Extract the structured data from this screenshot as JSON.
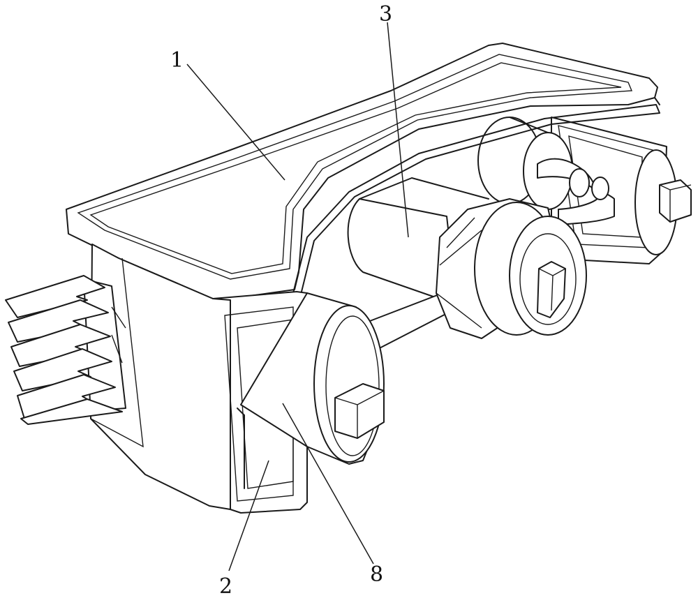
{
  "figure": {
    "labels": [
      {
        "id": "part-1",
        "text": "1"
      },
      {
        "id": "part-2",
        "text": "2"
      },
      {
        "id": "part-3",
        "text": "3"
      },
      {
        "id": "part-8",
        "text": "8"
      }
    ]
  }
}
